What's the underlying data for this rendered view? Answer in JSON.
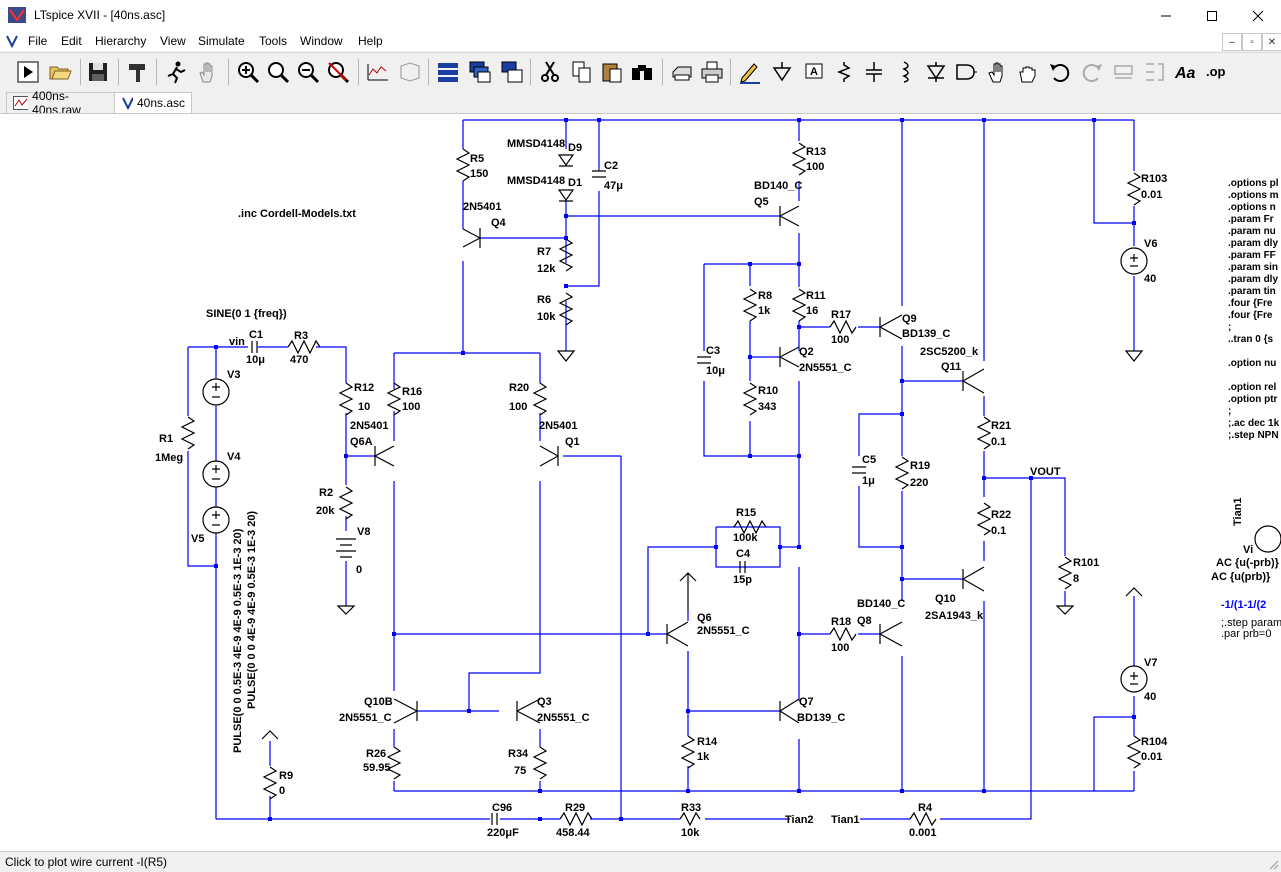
{
  "window": {
    "title": "LTspice XVII - [40ns.asc]"
  },
  "menu": [
    "File",
    "Edit",
    "Hierarchy",
    "View",
    "Simulate",
    "Tools",
    "Window",
    "Help"
  ],
  "tabs": [
    {
      "label": "400ns-40ns.raw",
      "active": false
    },
    {
      "label": "40ns.asc",
      "active": true
    }
  ],
  "status": "Click to plot wire current -I(R5)",
  "colors": {
    "wire": "#0000ff",
    "symbol": "#000000",
    "text": "#000000",
    "directive": "#000000",
    "blue_text": "#0000ff"
  },
  "schematic": {
    "include": ".inc Cordell-Models.txt",
    "source_sine": "SINE(0 1 {freq})",
    "net_vin": "vin",
    "net_vout": "VOUT",
    "net_tian1": "Tian1",
    "net_tian2": "Tian2",
    "pulse1": "PULSE(0 0 0.5E-3 4E-9 4E-9 0.5E-3 1E-3 20)",
    "pulse2": "PULSE(0 0 0 4E-9 4E-9 0.5E-3 1E-3 20)",
    "ac_line1": "AC {u(-prb)}",
    "ac_line2": "AC {u(prb)}",
    "step_line1": ";.step param",
    "step_line2": ".par prb=0",
    "expr": "-1/(1-1/(2",
    "vi_name": "Vi",
    "tian1_vertical": "Tian1",
    "directives": [
      ".options pl",
      ".options m",
      ".options n",
      ".param Fr",
      ".param nu",
      ".param dly",
      ".param FF",
      ".param sin",
      ".param dly",
      ".param tin",
      ".four {Fre",
      ".four {Fre",
      ";",
      "..tran 0 {s",
      "",
      ".option nu",
      "",
      ".option rel",
      ".option ptr",
      ";",
      ";.ac dec 1k",
      ";.step NPN"
    ],
    "labels": {
      "R5": "R5",
      "R5v": "150",
      "Q4": "Q4",
      "Q4m": "2N5401",
      "D9": "D9",
      "D9m": "MMSD4148",
      "D1": "D1",
      "D1m": "MMSD4148",
      "C2": "C2",
      "C2v": "47μ",
      "R7": "R7",
      "R7v": "12k",
      "R6": "R6",
      "R6v": "10k",
      "R13": "R13",
      "R13v": "100",
      "Q5": "Q5",
      "Q5m": "BD140_C",
      "R8": "R8",
      "R8v": "1k",
      "R11": "R11",
      "R11v": "16",
      "R17": "R17",
      "R17v": "100",
      "Q9": "Q9",
      "Q9m": "BD139_C",
      "Q2": "Q2",
      "Q2m": "2N5551_C",
      "C3": "C3",
      "C3v": "10μ",
      "R10": "R10",
      "R10v": "343",
      "Q11": "Q11",
      "Q11m": "2SC5200_k",
      "R21": "R21",
      "R21v": "0.1",
      "C5": "C5",
      "C5v": "1μ",
      "R19": "R19",
      "R19v": "220",
      "R22": "R22",
      "R22v": "0.1",
      "R101": "R101",
      "R101v": "8",
      "R103": "R103",
      "R103v": "0.01",
      "V6": "V6",
      "V6v": "40",
      "C1": "C1",
      "C1v": "10μ",
      "R3": "R3",
      "R3v": "470",
      "V3": "V3",
      "R1": "R1",
      "R1v": "1Meg",
      "V4": "V4",
      "V5": "V5",
      "R12": "R12",
      "R12v": "10",
      "R16": "R16",
      "R16v": "100",
      "Q6A": "Q6A",
      "Q6Am": "2N5401",
      "R2": "R2",
      "R2v": "20k",
      "V8": "V8",
      "V8v": "0",
      "R20": "R20",
      "R20v": "100",
      "Q1": "Q1",
      "Q1m": "2N5401",
      "R15": "R15",
      "R15v": "100k",
      "C4": "C4",
      "C4v": "15p",
      "Q6": "Q6",
      "Q6m": "2N5551_C",
      "R18": "R18",
      "R18v": "100",
      "Q8": "Q8",
      "Q8m": "BD140_C",
      "Q10": "Q10",
      "Q10m": "2SA1943_k",
      "Q10B": "Q10B",
      "Q10Bm": "2N5551_C",
      "Q3": "Q3",
      "Q3m": "2N5551_C",
      "Q7": "Q7",
      "Q7m": "BD139_C",
      "R14": "R14",
      "R14v": "1k",
      "R26": "R26",
      "R26v": "59.95",
      "R34": "R34",
      "R34v": "75",
      "R9": "R9",
      "R9v": "0",
      "C96": "C96",
      "C96v": "220μF",
      "R29": "R29",
      "R29v": "458.44",
      "R33": "R33",
      "R33v": "10k",
      "R4": "R4",
      "R4v": "0.001",
      "V7": "V7",
      "V7v": "40",
      "R104": "R104",
      "R104v": "0.01"
    }
  }
}
